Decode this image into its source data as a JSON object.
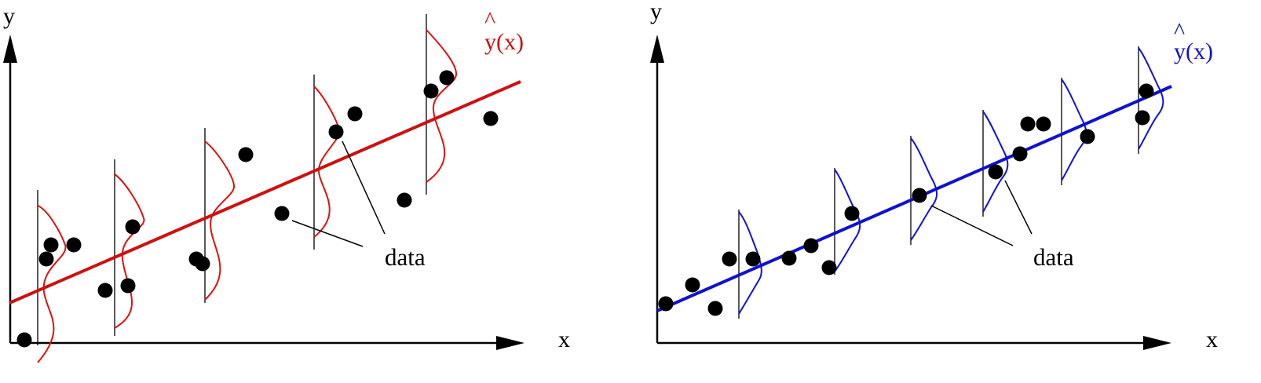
{
  "colors": {
    "axis": "#000000",
    "panel_left_fit": "#cc1111",
    "panel_right_fit": "#1111cc",
    "point": "#000000"
  },
  "panels": [
    {
      "id": "left",
      "x_label": "x",
      "y_label": "y",
      "fit_label_hat": "^",
      "fit_label": "y(x)",
      "annotation": "data",
      "color_key": "panel_left_fit"
    },
    {
      "id": "right",
      "x_label": "x",
      "y_label": "y",
      "fit_label_hat": "^",
      "fit_label": "y(x)",
      "annotation": "data",
      "color_key": "panel_right_fit"
    }
  ]
}
